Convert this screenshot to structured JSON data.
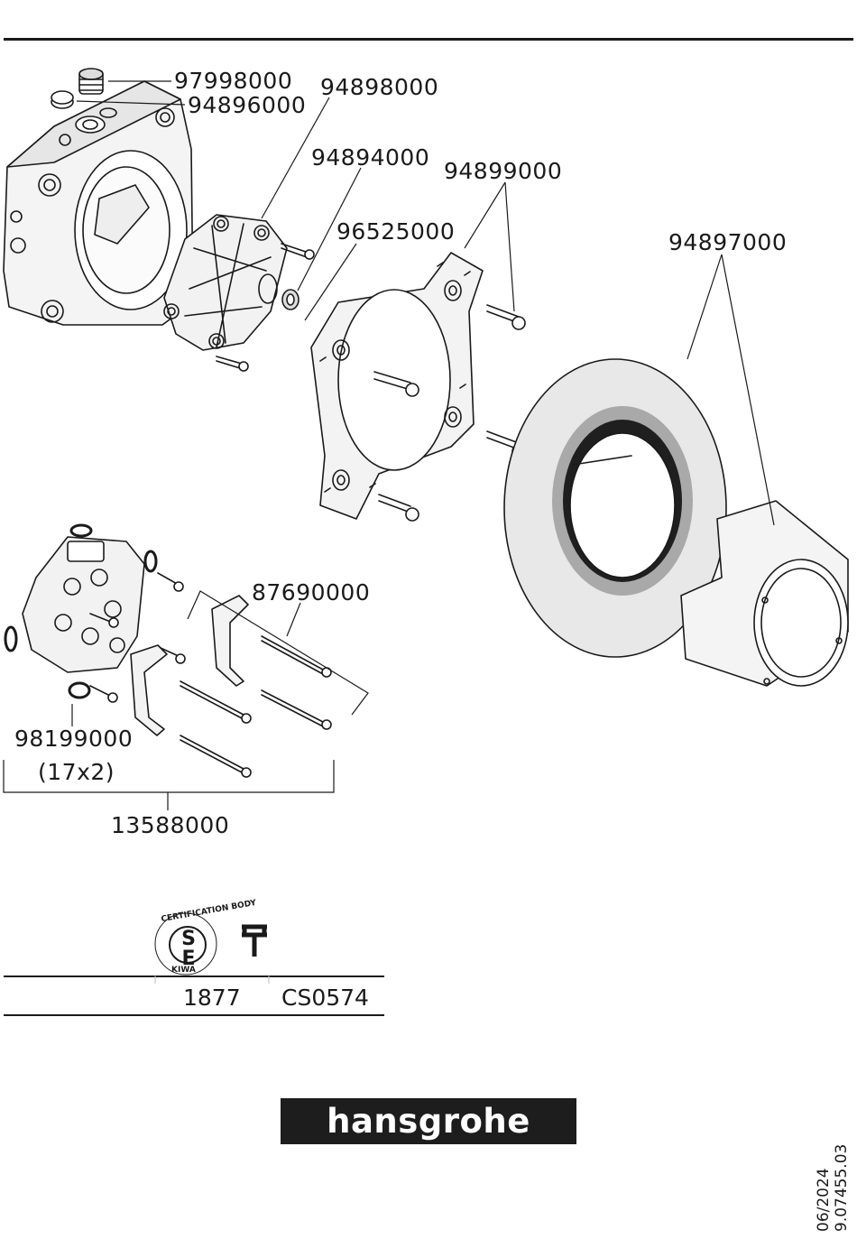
{
  "parts": {
    "p97998000": "97998000",
    "p94896000": "94896000",
    "p94898000": "94898000",
    "p94894000": "94894000",
    "p94899000": "94899000",
    "p96525000": "96525000",
    "p94897000": "94897000",
    "p87690000": "87690000",
    "p98199000": "98199000",
    "p98199000_qty": "(17x2)",
    "p13588000": "13588000"
  },
  "certification": {
    "seal_text_top": "CERTIFICATION BODY",
    "seal_text_bottom": "KIWA",
    "seal_letters": "S E",
    "number_1877": "1877",
    "code": "CS0574"
  },
  "brand": {
    "name": "hansgrohe",
    "background": "#1d1d1d",
    "color": "#ffffff"
  },
  "document": {
    "date": "06/2024",
    "doc_number": "9.07455.03"
  }
}
